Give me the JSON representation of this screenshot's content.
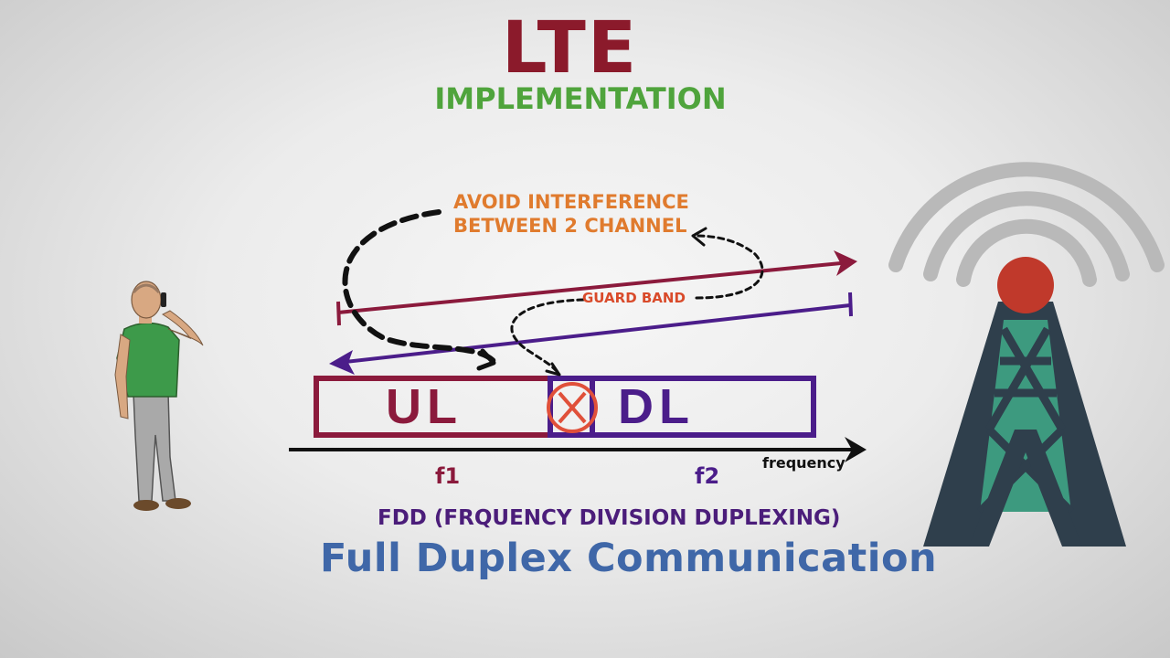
{
  "title": "LTE",
  "subtitle": "IMPLEMENTATION",
  "note_line1": "AVOID INTERFERENCE",
  "note_line2": "BETWEEN 2 CHANNEL",
  "guard_band_label": "GUARD BAND",
  "ul_label": "UL",
  "dl_label": "DL",
  "f1_label": "f1",
  "f2_label": "f2",
  "axis_label": "frequency",
  "fdd_label": "FDD (FRQUENCY DIVISION DUPLEXING)",
  "caption": "Full Duplex Communication",
  "colors": {
    "title": "#8b1a2b",
    "subtitle": "#4fa43c",
    "note": "#e07b2e",
    "guard_band": "#d94a2a",
    "uplink": "#8b1a3c",
    "downlink": "#4b1d8a",
    "fdd": "#4b1d7a",
    "caption": "#3f67a8",
    "tower_body": "#2f3f4c",
    "tower_lattice": "#3d9a7f",
    "tower_top": "#c0392b",
    "signal_waves": "#b9b9b9"
  }
}
